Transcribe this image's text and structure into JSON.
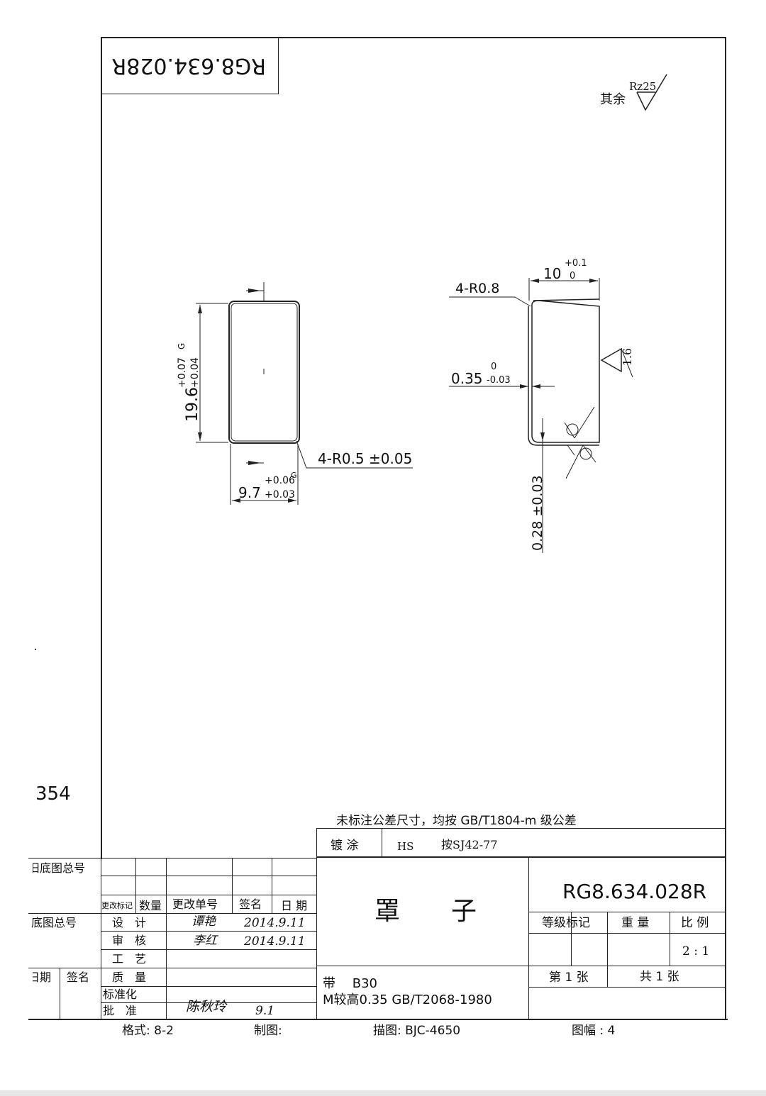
{
  "drawing": {
    "rotated_code": "RG8.634.028R",
    "roughness_prefix": "其余",
    "roughness_value": "Rz25",
    "page_number": "354"
  },
  "front_view": {
    "height_nominal": "19.6",
    "height_tol_upper": "+0.07",
    "height_tol_lower": "+0.04",
    "width_nominal": "9.7",
    "width_tol_upper": "+0.06",
    "width_tol_lower": "+0.03",
    "corner_radius_note": "4-R0.5 ±0.05",
    "tol_mark": "G"
  },
  "side_view": {
    "depth_nominal": "10",
    "depth_tol_upper": "+0.1",
    "depth_tol_lower": "0",
    "corner_radius_note": "4-R0.8",
    "wall_nominal": "0.35",
    "wall_tol_upper": "0",
    "wall_tol_lower": "-0.03",
    "base_thickness": "0.28 ±0.03",
    "surface_finish": "1.6"
  },
  "notes": {
    "tolerance_note": "未标注公差尺寸，均按 GB/T1804-m 级公差"
  },
  "title_block": {
    "plating_label": "镀 涂",
    "plating_code": "HS",
    "plating_std": "按SJ42-77",
    "part_name": "罩　　子",
    "drawing_number": "RG8.634.028R",
    "grade_label": "等级标记",
    "weight_label": "重 量",
    "scale_label": "比 例",
    "scale_value": "2 : 1",
    "sheet_label": "第 1 张",
    "total_label": "共 1 张",
    "material_line1": "带　 B30",
    "material_line2": "M较高0.35  GB/T2068-1980",
    "left_col": {
      "orig_total": "旧底图总号",
      "base_total": "底图总号",
      "date": "日期",
      "sign": "签名"
    },
    "change_header": {
      "mark": "更改标记",
      "count": "数量",
      "doc_no": "更改单号",
      "sign": "签名",
      "date": "日 期"
    },
    "roles": [
      "设　计",
      "审　核",
      "工　艺",
      "质　量",
      "标准化",
      "批　准"
    ],
    "design_sign": "谭艳",
    "design_date": "2014.9.11",
    "review_sign": "李红",
    "review_date": "2014.9.11",
    "approve_sign": "陈秋玲",
    "approve_date": "9.1"
  },
  "footer": {
    "format": "格式: 8-2",
    "drawn_by": "制图:",
    "traced_by": "描图: BJC-4650",
    "sheet_size": "图幅 : 4"
  }
}
